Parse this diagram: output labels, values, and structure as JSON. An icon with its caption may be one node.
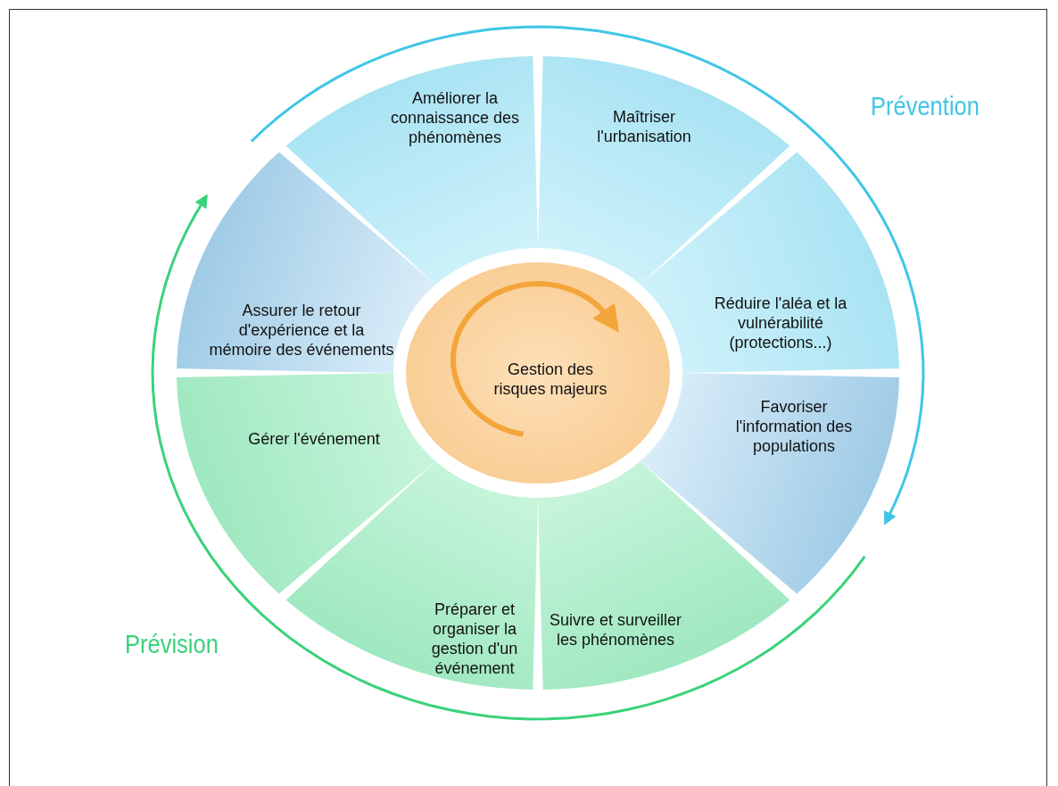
{
  "diagram": {
    "nodes": [
      {
        "text": [
          "Améliorer la connaissance des phénomènes"
        ]
      },
      {
        "text": [
          "Maîtriser l'urbanisation"
        ]
      },
      {
        "text": [
          "Assurer le retour d'expérience et la mémoire des événements"
        ]
      },
      {
        "text": [
          "Gestion des risques majeurs"
        ]
      },
      {
        "text": [
          "Réduire l'aléa et la vulnérabilité (protections...)"
        ]
      },
      {
        "text": [
          "Gérer l'événement"
        ]
      },
      {
        "text": [
          "Favoriser l'information des populations"
        ]
      },
      {
        "text": [
          "Préparer et organiser la gestion d'un événement"
        ]
      },
      {
        "text": [
          "Suivre et surveiller les phénomènes"
        ]
      }
    ],
    "edges": [],
    "labels": [
      "Prévention",
      "Prévision"
    ]
  }
}
